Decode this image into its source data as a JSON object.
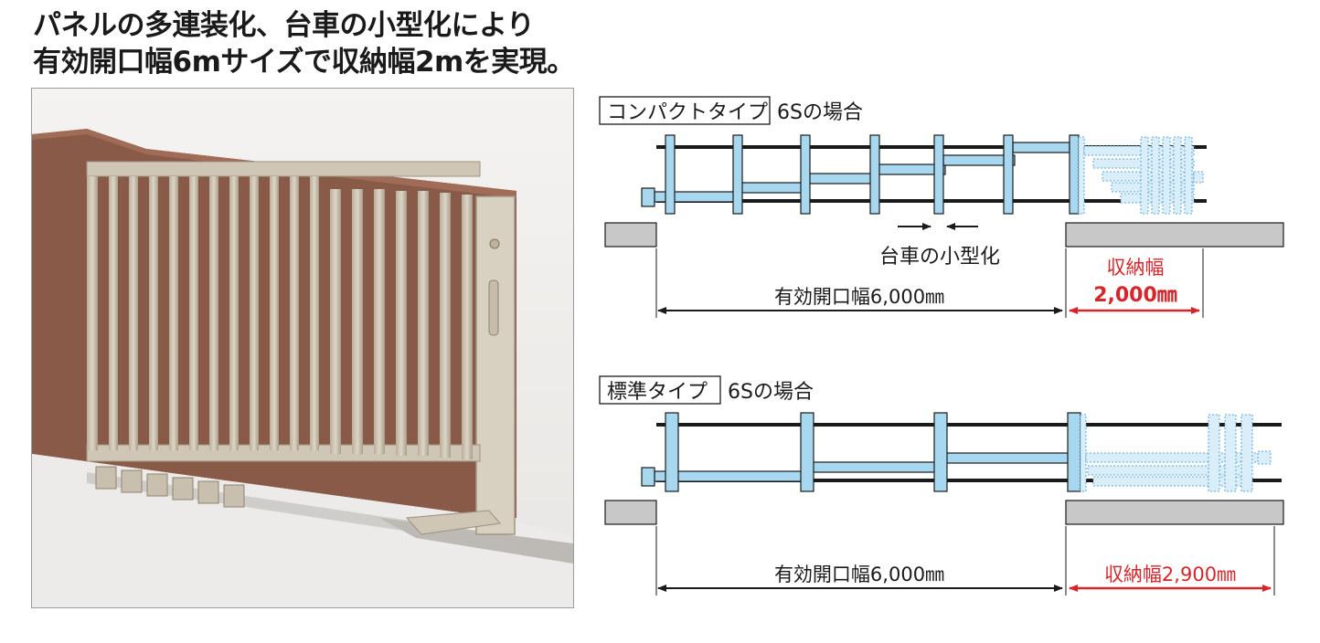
{
  "headline": {
    "line1": "パネルの多連装化、台車の小型化により",
    "line2": "有効開口幅6mサイズで収納幅2mを実現。"
  },
  "photo": {
    "subject": "folding-gate-product-photo"
  },
  "compact": {
    "type_label": "コンパクトタイプ",
    "case_label": "6Sの場合",
    "callout": "台車の小型化",
    "opening_label": "有効開口幅6,000㎜",
    "storage_label": "収納幅",
    "storage_value": "2,000㎜"
  },
  "standard": {
    "type_label": "標準タイプ",
    "case_label": "6Sの場合",
    "opening_label": "有効開口幅6,000㎜",
    "storage_label": "収納幅2,900㎜"
  },
  "colors": {
    "panel_fill": "#a8d8f0",
    "panel_stroke": "#1a1a1a",
    "rail": "#1a1a1a",
    "pillar": "#c8c8c8",
    "accent_red": "#d6262b",
    "gate_metal": "#c9bfae"
  }
}
